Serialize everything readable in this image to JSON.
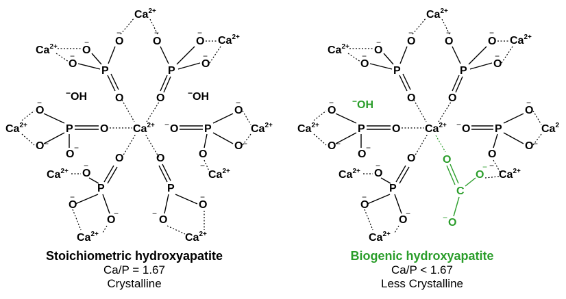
{
  "labels": {
    "ca": "Ca",
    "ca_charge": "2+",
    "ca_charge_trunc": "2",
    "p": "P",
    "o": "O",
    "c": "C",
    "oh": "OH",
    "minus": "−"
  },
  "left": {
    "title": "Stoichiometric hydroxyapatite",
    "ratio": "Ca/P = 1.67",
    "crystallinity": "Crystalline"
  },
  "right": {
    "title": "Biogenic hydroxyapatite",
    "ratio": "Ca/P < 1.67",
    "crystallinity": "Less Crystalline"
  },
  "colors": {
    "text": "#000000",
    "biogenic_accent": "#2a9d2a"
  }
}
